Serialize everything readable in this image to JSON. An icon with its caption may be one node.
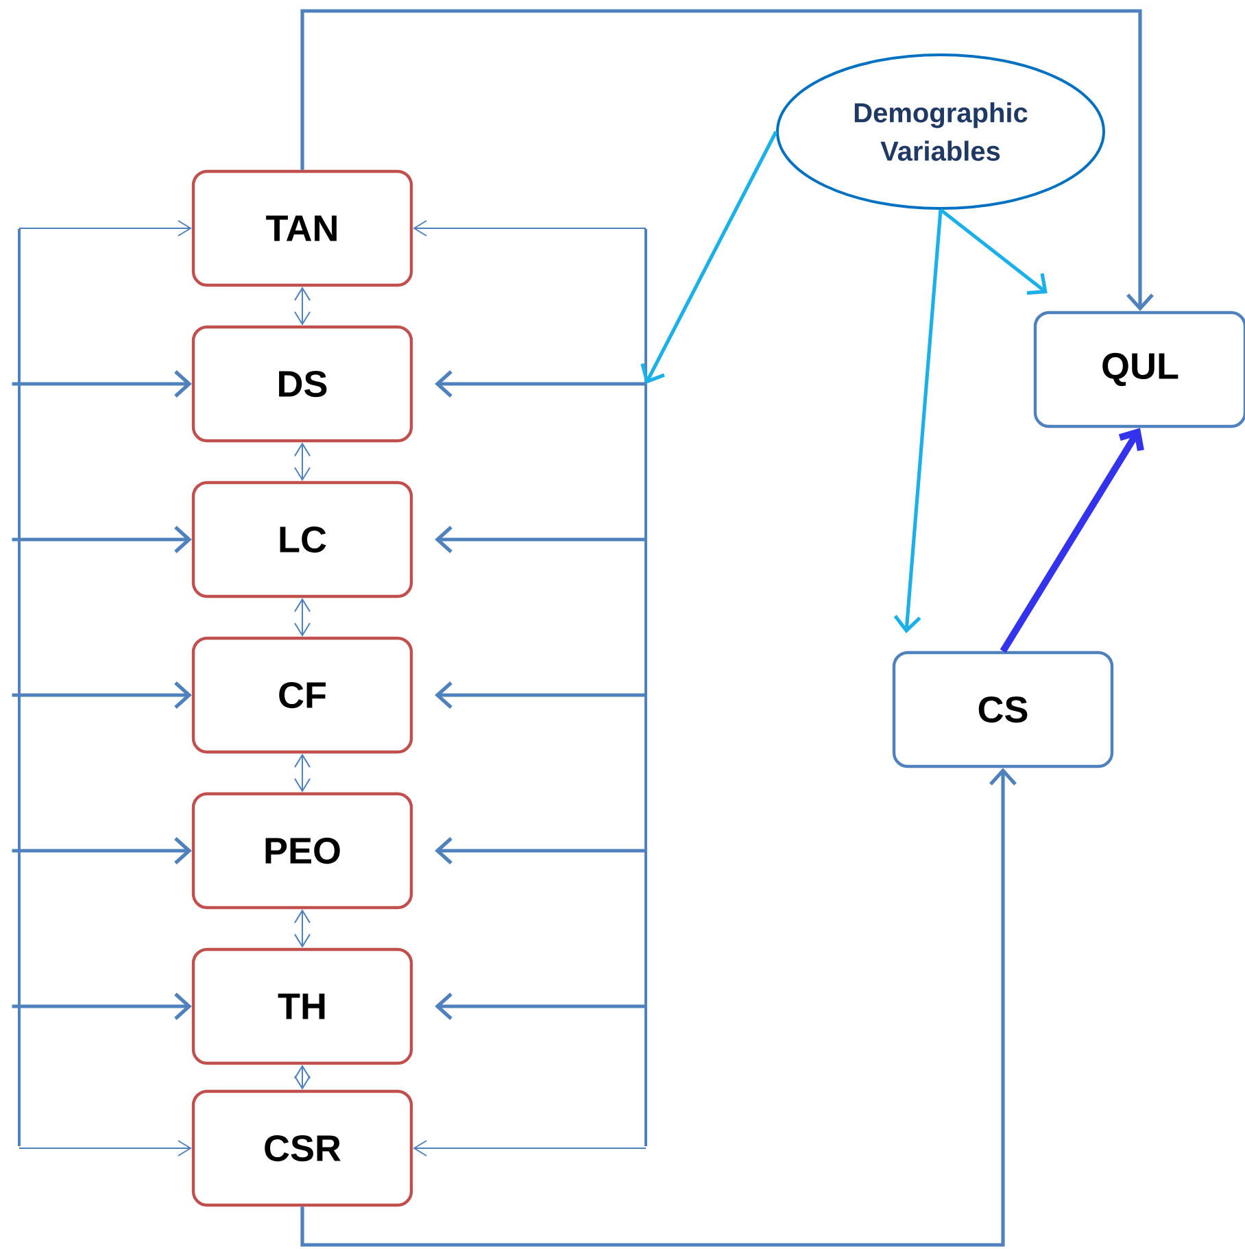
{
  "diagram": {
    "nodes": [
      {
        "text": [
          "TAN"
        ]
      },
      {
        "text": [
          "DS"
        ]
      },
      {
        "text": [
          "LC"
        ]
      },
      {
        "text": [
          "CF"
        ]
      },
      {
        "text": [
          "PEO"
        ]
      },
      {
        "text": [
          "TH"
        ]
      },
      {
        "text": [
          "CSR"
        ]
      },
      {
        "text": [
          "Demographic Variables"
        ]
      },
      {
        "text": [
          "QUL"
        ]
      },
      {
        "text": [
          "CS"
        ]
      },
      {
        "text": [],
        "shape": "bar"
      },
      {
        "text": [],
        "shape": "bar"
      }
    ],
    "edges": [
      {
        "from": 0,
        "to": 1,
        "arrow": "both"
      },
      {
        "from": 1,
        "to": 2,
        "arrow": "both"
      },
      {
        "from": 2,
        "to": 3,
        "arrow": "both"
      },
      {
        "from": 3,
        "to": 4,
        "arrow": "both"
      },
      {
        "from": 4,
        "to": 5,
        "arrow": "both"
      },
      {
        "from": 5,
        "to": 6,
        "arrow": "both"
      },
      {
        "from": 10,
        "to": 0,
        "arrow": "to"
      },
      {
        "from": 10,
        "to": 1,
        "arrow": "to"
      },
      {
        "from": 10,
        "to": 2,
        "arrow": "to"
      },
      {
        "from": 10,
        "to": 3,
        "arrow": "to"
      },
      {
        "from": 10,
        "to": 4,
        "arrow": "to"
      },
      {
        "from": 10,
        "to": 5,
        "arrow": "to"
      },
      {
        "from": 10,
        "to": 6,
        "arrow": "to"
      },
      {
        "from": 11,
        "to": 0,
        "arrow": "to"
      },
      {
        "from": 11,
        "to": 1,
        "arrow": "to"
      },
      {
        "from": 11,
        "to": 2,
        "arrow": "to"
      },
      {
        "from": 11,
        "to": 3,
        "arrow": "to"
      },
      {
        "from": 11,
        "to": 4,
        "arrow": "to"
      },
      {
        "from": 11,
        "to": 5,
        "arrow": "to"
      },
      {
        "from": 11,
        "to": 6,
        "arrow": "to"
      },
      {
        "from": 0,
        "to": 8,
        "arrow": "to"
      },
      {
        "from": 6,
        "to": 9,
        "arrow": "to"
      },
      {
        "from": 9,
        "to": 8,
        "arrow": "to",
        "style": "thick",
        "color": "#3333ee"
      },
      {
        "from": 7,
        "to": 11,
        "arrow": "to",
        "color": "#1cb0e8"
      },
      {
        "from": 7,
        "to": 9,
        "arrow": "to",
        "color": "#1cb0e8"
      },
      {
        "from": 7,
        "to": 8,
        "arrow": "to",
        "color": "#1cb0e8"
      }
    ]
  }
}
